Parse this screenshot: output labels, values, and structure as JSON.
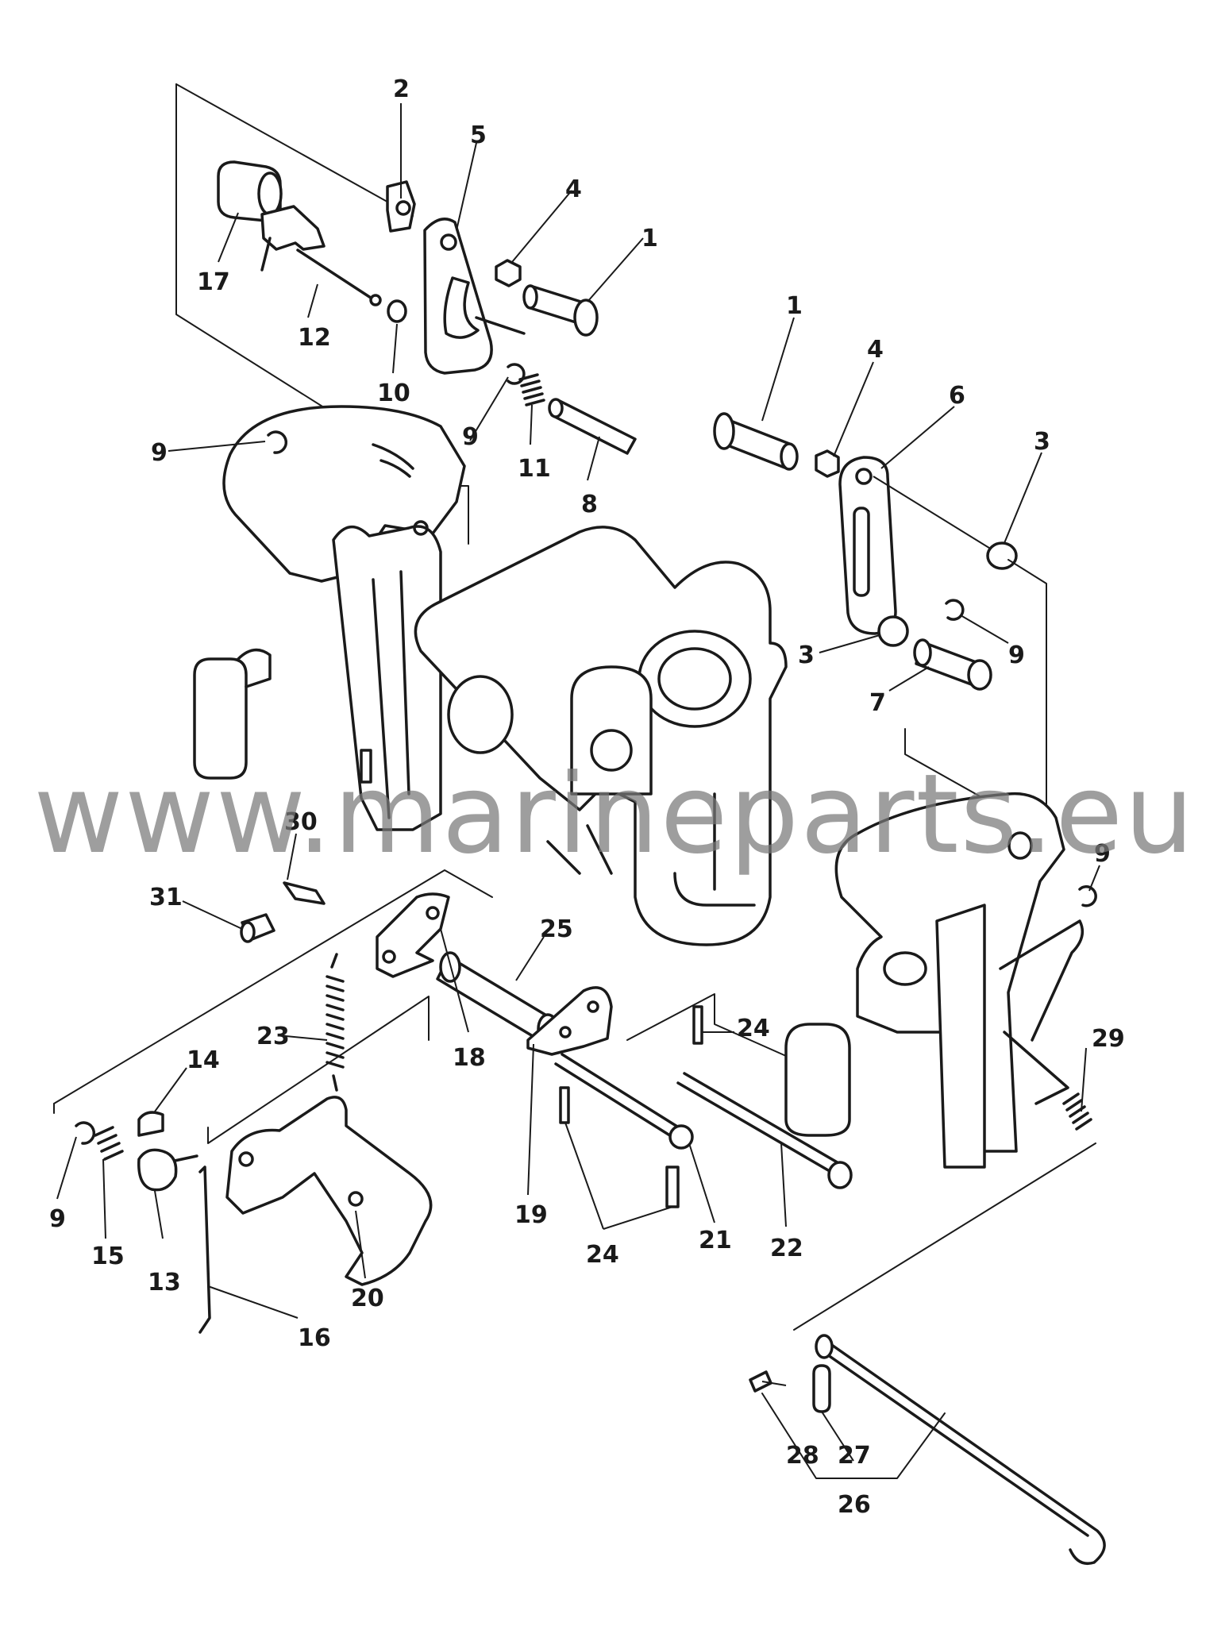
{
  "watermark": "www.marineparts.eu",
  "callouts": [
    {
      "id": "c1a",
      "text": "1"
    },
    {
      "id": "c2",
      "text": "2"
    },
    {
      "id": "c4a",
      "text": "4"
    },
    {
      "id": "c5",
      "text": "5"
    },
    {
      "id": "c17",
      "text": "17"
    },
    {
      "id": "c12",
      "text": "12"
    },
    {
      "id": "c10",
      "text": "10"
    },
    {
      "id": "c9a",
      "text": "9"
    },
    {
      "id": "c11",
      "text": "11"
    },
    {
      "id": "c8",
      "text": "8"
    },
    {
      "id": "c9b",
      "text": "9"
    },
    {
      "id": "c1b",
      "text": "1"
    },
    {
      "id": "c4b",
      "text": "4"
    },
    {
      "id": "c6",
      "text": "6"
    },
    {
      "id": "c3a",
      "text": "3"
    },
    {
      "id": "c3b",
      "text": "3"
    },
    {
      "id": "c9c",
      "text": "9"
    },
    {
      "id": "c7",
      "text": "7"
    },
    {
      "id": "c9d",
      "text": "9"
    },
    {
      "id": "c30",
      "text": "30"
    },
    {
      "id": "c31",
      "text": "31"
    },
    {
      "id": "c25",
      "text": "25"
    },
    {
      "id": "c23",
      "text": "23"
    },
    {
      "id": "c18",
      "text": "18"
    },
    {
      "id": "c24a",
      "text": "24"
    },
    {
      "id": "c29",
      "text": "29"
    },
    {
      "id": "c14",
      "text": "14"
    },
    {
      "id": "c9e",
      "text": "9"
    },
    {
      "id": "c15",
      "text": "15"
    },
    {
      "id": "c13",
      "text": "13"
    },
    {
      "id": "c16",
      "text": "16"
    },
    {
      "id": "c20",
      "text": "20"
    },
    {
      "id": "c19",
      "text": "19"
    },
    {
      "id": "c21",
      "text": "21"
    },
    {
      "id": "c22",
      "text": "22"
    },
    {
      "id": "c24b",
      "text": "24"
    },
    {
      "id": "c28",
      "text": "28"
    },
    {
      "id": "c27",
      "text": "27"
    },
    {
      "id": "c26",
      "text": "26"
    }
  ]
}
